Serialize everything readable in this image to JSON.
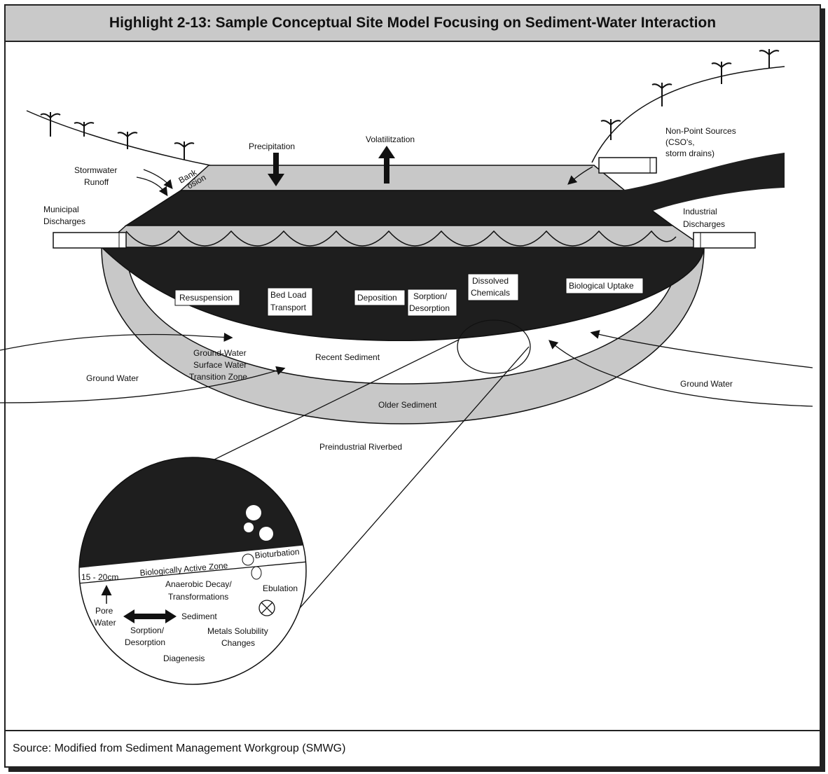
{
  "title": "Highlight 2-13: Sample Conceptual Site Model Focusing on Sediment-Water Interaction",
  "source": "Source: Modified from Sediment Management Workgroup (SMWG)",
  "labels": {
    "precipitation": "Precipitation",
    "volatilization": "Volatilitzation",
    "non_point_1": "Non-Point Sources",
    "non_point_2": "(CSO's,",
    "non_point_3": "storm  drains)",
    "stormwater_1": "Stormwater",
    "stormwater_2": "Runoff",
    "bank_1": "Bank",
    "bank_2": "osion",
    "municipal_1": "Municipal",
    "municipal_2": "Discharges",
    "industrial_1": "Industrial",
    "industrial_2": "Discharges",
    "resuspension": "Resuspension",
    "bedload_1": "Bed Load",
    "bedload_2": "Transport",
    "deposition": "Deposition",
    "sorption_1": "Sorption/",
    "sorption_2": "Desorption",
    "dissolved_1": "Dissolved",
    "dissolved_2": "Chemicals",
    "bio_uptake": "Biological Uptake",
    "gw_sw_1": "Ground-Water",
    "gw_sw_2": "Surface Water",
    "gw_sw_3": "Transition Zone",
    "recent_sediment": "Recent Sediment",
    "ground_water_left": "Ground Water",
    "ground_water_right": "Ground Water",
    "older_sediment": "Older Sediment",
    "preindustrial": "Preindustrial Riverbed"
  },
  "inset": {
    "depth": "15 - 20cm",
    "active_zone": "Biologically Active Zone",
    "bioturbation": "Bioturbation",
    "anaerobic_1": "Anaerobic Decay/",
    "anaerobic_2": "Transformations",
    "ebulation": "Ebulation",
    "pore_1": "Pore",
    "pore_2": "Water",
    "sediment": "Sediment",
    "sorption_1": "Sorption/",
    "sorption_2": "Desorption",
    "metals_1": "Metals Solubility",
    "metals_2": "Changes",
    "diagenesis": "Diagenesis"
  },
  "colors": {
    "water": "#1e1e1e",
    "sediment": "#c8c8c8",
    "title_bar": "#c9c9c9"
  }
}
